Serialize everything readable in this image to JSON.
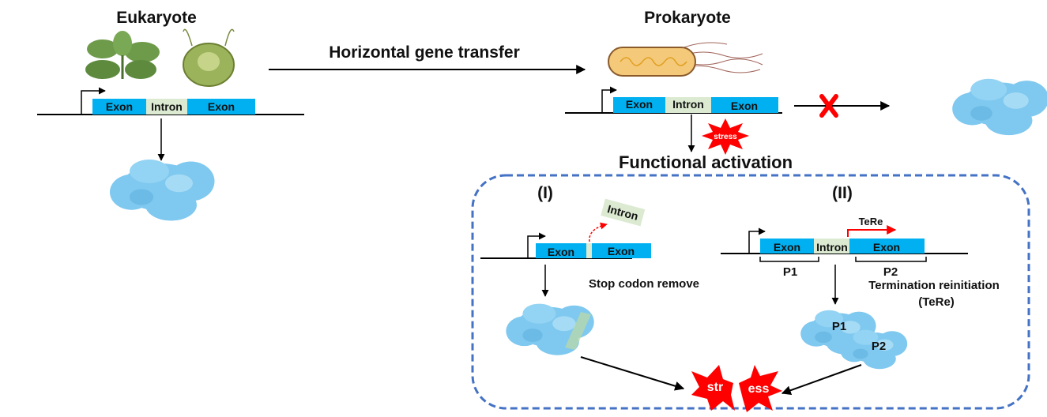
{
  "eukaryote": {
    "title": "Eukaryote",
    "gene": {
      "exon1": "Exon",
      "intron": "Intron",
      "exon2": "Exon"
    }
  },
  "transfer": {
    "label": "Horizontal gene transfer"
  },
  "prokaryote": {
    "title": "Prokaryote",
    "gene": {
      "exon1": "Exon",
      "intron": "Intron",
      "exon2": "Exon"
    },
    "stress": "stress"
  },
  "activation": {
    "title": "Functional activation"
  },
  "mechanism1": {
    "label": "(I)",
    "intron_tag": "Intron",
    "exon1": "Exon",
    "exon2": "Exon",
    "step": "Stop codon remove"
  },
  "mechanism2": {
    "label": "(II)",
    "tere_arrow": "TeRe",
    "exon1": "Exon",
    "intron": "Intron",
    "exon2": "Exon",
    "p1": "P1",
    "p2": "P2",
    "step_line1": "Termination reinitiation",
    "step_line2": "(TeRe)",
    "protein_p1": "P1",
    "protein_p2": "P2"
  },
  "final_stress": {
    "left": "str",
    "right": "ess"
  },
  "colors": {
    "exon": "#00b0f0",
    "intron": "#dbead1",
    "protein": "#7fc8ef",
    "stress": "#ff0000",
    "box_border": "#4472c4"
  }
}
